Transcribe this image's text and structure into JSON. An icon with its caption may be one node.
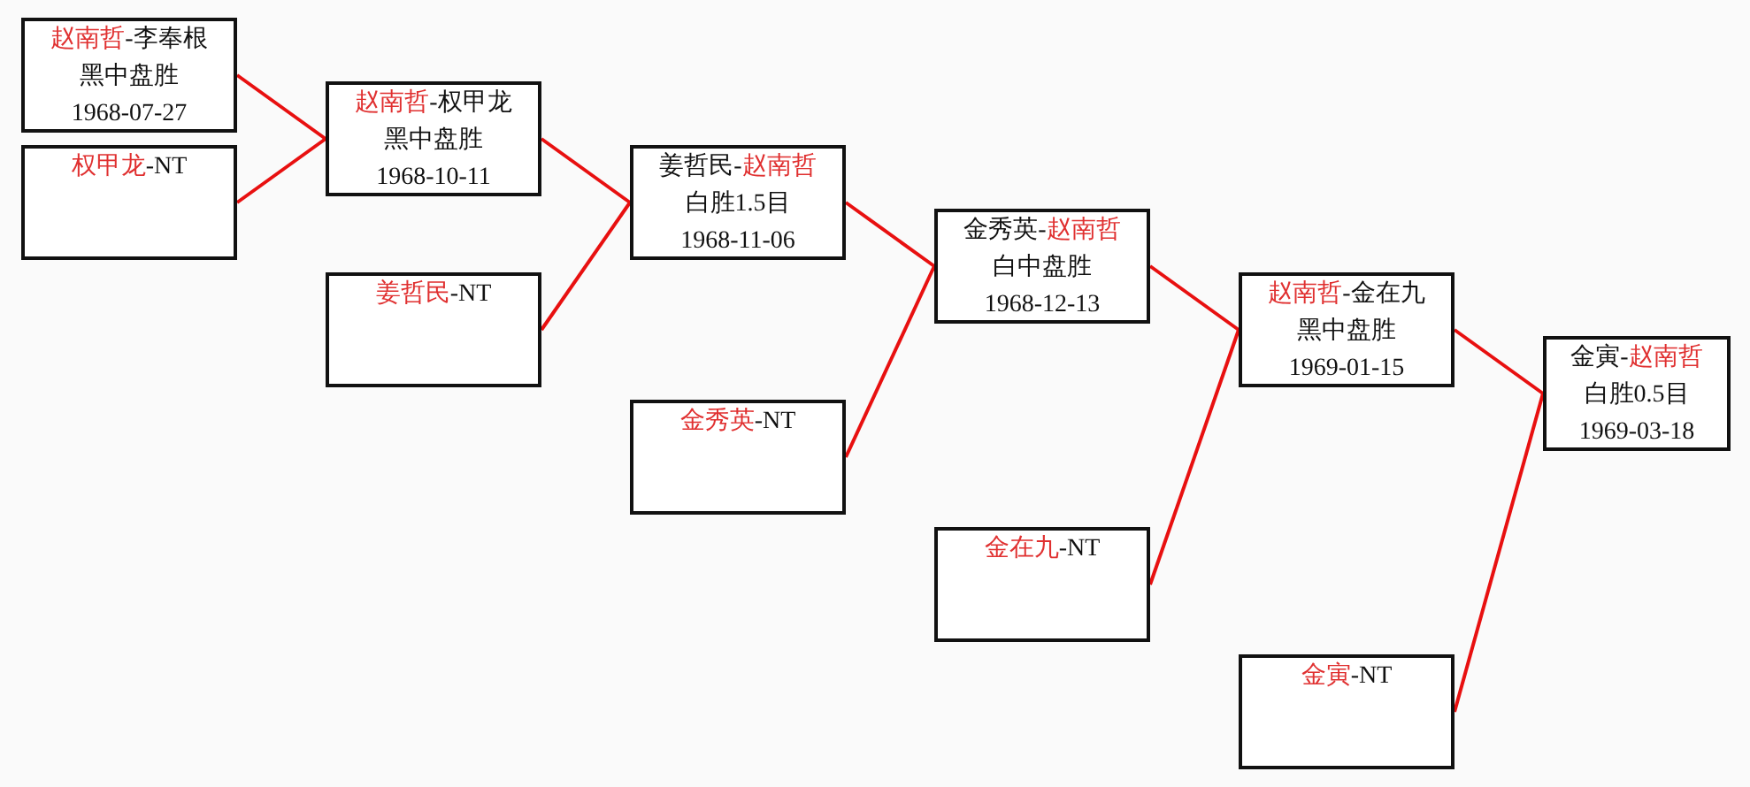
{
  "diagram": {
    "nodes": [
      {
        "text": [
          "赵南哲-李奉根",
          "黑中盘胜",
          "1968-07-27"
        ]
      },
      {
        "text": [
          "权甲龙-NT"
        ]
      },
      {
        "text": [
          "赵南哲-权甲龙",
          "黑中盘胜",
          "1968-10-11"
        ]
      },
      {
        "text": [
          "姜哲民-NT"
        ]
      },
      {
        "text": [
          "姜哲民-赵南哲",
          "白胜1.5目",
          "1968-11-06"
        ]
      },
      {
        "text": [
          "金秀英-NT"
        ]
      },
      {
        "text": [
          "金秀英-赵南哲",
          "白中盘胜",
          "1968-12-13"
        ]
      },
      {
        "text": [
          "金在九-NT"
        ]
      },
      {
        "text": [
          "赵南哲-金在九",
          "黑中盘胜",
          "1969-01-15"
        ]
      },
      {
        "text": [
          "金寅-NT"
        ]
      },
      {
        "text": [
          "金寅-赵南哲",
          "白胜0.5目",
          "1969-03-18"
        ]
      }
    ],
    "edges": [
      {
        "from": 0,
        "to": 2,
        "arrow": "none"
      },
      {
        "from": 1,
        "to": 2,
        "arrow": "none"
      },
      {
        "from": 2,
        "to": 4,
        "arrow": "none"
      },
      {
        "from": 3,
        "to": 4,
        "arrow": "none"
      },
      {
        "from": 4,
        "to": 6,
        "arrow": "none"
      },
      {
        "from": 5,
        "to": 6,
        "arrow": "none"
      },
      {
        "from": 6,
        "to": 8,
        "arrow": "none"
      },
      {
        "from": 7,
        "to": 8,
        "arrow": "none"
      },
      {
        "from": 8,
        "to": 10,
        "arrow": "none"
      },
      {
        "from": 9,
        "to": 10,
        "arrow": "none"
      }
    ]
  }
}
